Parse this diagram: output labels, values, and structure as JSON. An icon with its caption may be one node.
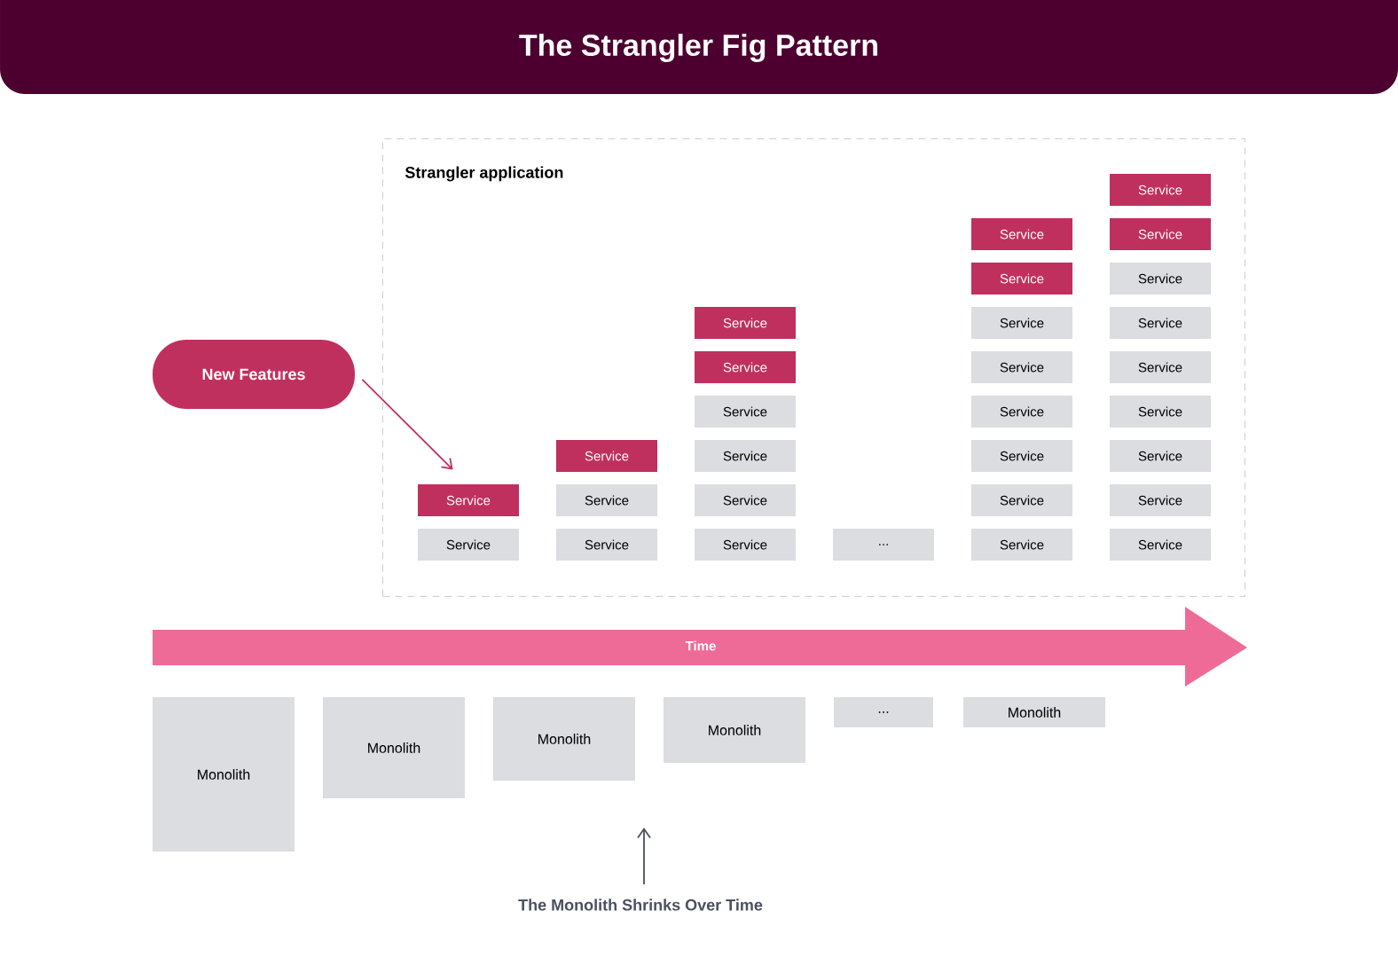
{
  "diagram": {
    "title": "The Strangler Fig Pattern",
    "nodes": [
      {
        "text": [
          "Strangler application"
        ]
      },
      {
        "text": [
          "New Features"
        ]
      },
      {
        "text": [
          "Service"
        ],
        "in": 0
      },
      {
        "text": [
          "Service"
        ],
        "in": 0
      },
      {
        "text": [
          "Service"
        ],
        "in": 0
      },
      {
        "text": [
          "Service"
        ],
        "in": 0
      },
      {
        "text": [
          "Service"
        ],
        "in": 0
      },
      {
        "text": [
          "Service"
        ],
        "in": 0
      },
      {
        "text": [
          "Service"
        ],
        "in": 0
      },
      {
        "text": [
          "Service"
        ],
        "in": 0
      },
      {
        "text": [
          "Service"
        ],
        "in": 0
      },
      {
        "text": [
          "Service"
        ],
        "in": 0
      },
      {
        "text": [
          "Service"
        ],
        "in": 0
      },
      {
        "text": [
          "..."
        ],
        "in": 0
      },
      {
        "text": [
          "Service"
        ],
        "in": 0
      },
      {
        "text": [
          "Service"
        ],
        "in": 0
      },
      {
        "text": [
          "Service"
        ],
        "in": 0
      },
      {
        "text": [
          "Service"
        ],
        "in": 0
      },
      {
        "text": [
          "Service"
        ],
        "in": 0
      },
      {
        "text": [
          "Service"
        ],
        "in": 0
      },
      {
        "text": [
          "Service"
        ],
        "in": 0
      },
      {
        "text": [
          "Service"
        ],
        "in": 0
      },
      {
        "text": [
          "Service"
        ],
        "in": 0
      },
      {
        "text": [
          "Service"
        ],
        "in": 0
      },
      {
        "text": [
          "Service"
        ],
        "in": 0
      },
      {
        "text": [
          "Service"
        ],
        "in": 0
      },
      {
        "text": [
          "Service"
        ],
        "in": 0
      },
      {
        "text": [
          "Service"
        ],
        "in": 0
      },
      {
        "text": [
          "Service"
        ],
        "in": 0
      },
      {
        "text": [
          "Service"
        ],
        "in": 0
      },
      {
        "text": [
          "Service"
        ],
        "in": 0
      },
      {
        "text": [
          "Time"
        ]
      },
      {
        "text": [
          "Monolith"
        ]
      },
      {
        "text": [
          "Monolith"
        ]
      },
      {
        "text": [
          "Monolith"
        ]
      },
      {
        "text": [
          "Monolith"
        ]
      },
      {
        "text": [
          "..."
        ]
      },
      {
        "text": [
          "Monolith"
        ]
      },
      {
        "text": [
          "The Monolith Shrinks Over Time"
        ]
      }
    ],
    "edges": [
      {
        "from": 1,
        "to": 3,
        "arrow": "to"
      },
      {
        "from": 38,
        "to": null,
        "arrow": "to",
        "color": "#4a5060"
      }
    ]
  }
}
